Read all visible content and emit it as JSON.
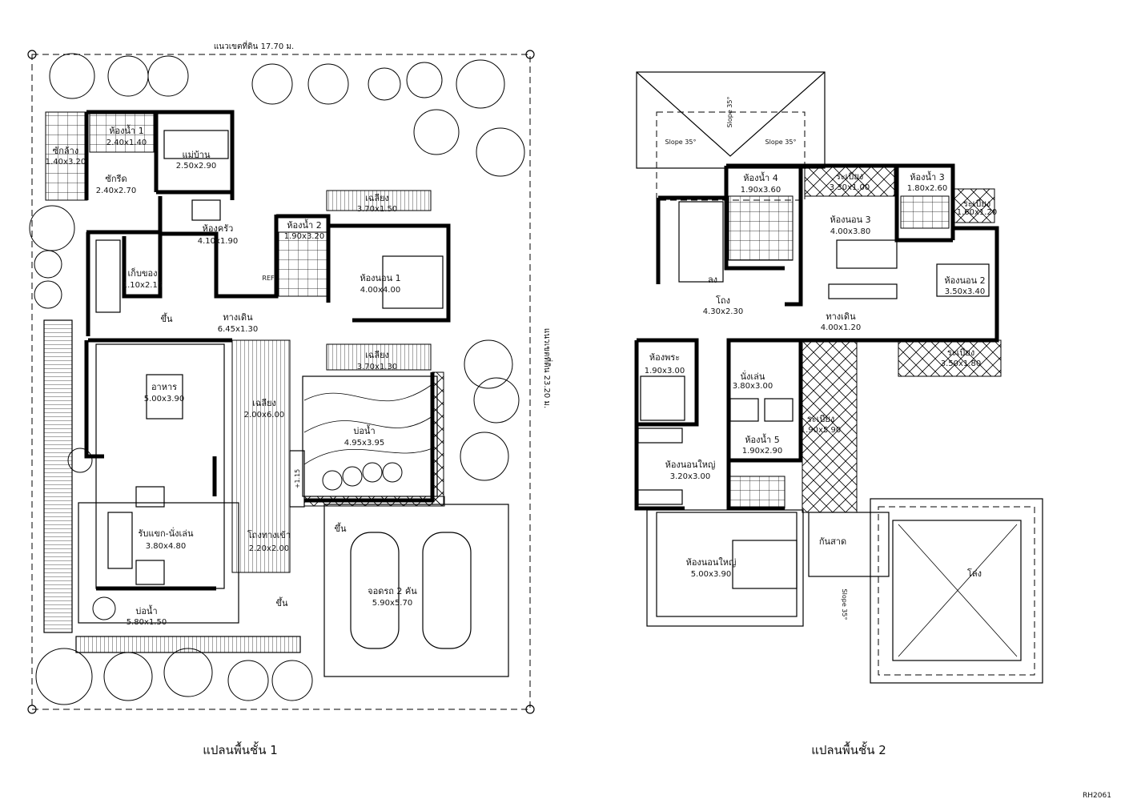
{
  "plan1": {
    "title": "แปลนพื้นชั้น 1",
    "boundary_width": "แนวเขตที่ดิน 17.70 ม.",
    "boundary_depth": "แนวเขตที่ดิน 23.20 ม.",
    "rooms": [
      {
        "name": "ห้องน้ำ 1",
        "size": "2.40x1.40"
      },
      {
        "name": "ซักล้าง",
        "size": "1.40x3.20"
      },
      {
        "name": "แม่บ้าน",
        "size": "2.50x2.90"
      },
      {
        "name": "ซักรีด",
        "size": "2.40x2.70"
      },
      {
        "name": "ห้องครัว",
        "size": "4.10x1.90"
      },
      {
        "name": "ห้องน้ำ 2",
        "size": "1.90x3.20"
      },
      {
        "name": "เก็บของ",
        "size": "1.10x2.15"
      },
      {
        "name": "ทางเดิน",
        "size": "6.45x1.30"
      },
      {
        "name": "เฉลียง",
        "size": "3.70x1.50"
      },
      {
        "name": "ห้องนอน 1",
        "size": "4.00x4.00"
      },
      {
        "name": "เฉลียง",
        "size": "3.70x1.30"
      },
      {
        "name": "อาหาร",
        "size": "5.00x3.90"
      },
      {
        "name": "เฉลียง",
        "size": "2.00x6.00"
      },
      {
        "name": "บ่อน้ำ",
        "size": "4.95x3.95"
      },
      {
        "name": "รับแขก-นั่งเล่น",
        "size": "3.80x4.80"
      },
      {
        "name": "โถงทางเข้า",
        "size": "2.20x2.00"
      },
      {
        "name": "จอดรถ 2 คัน",
        "size": "5.90x5.70"
      },
      {
        "name": "บ่อน้ำ",
        "size": "5.80x1.50"
      }
    ],
    "ref": "REF",
    "up_labels": [
      "ขึ้น",
      "ขึ้น",
      "ขึ้น"
    ],
    "level": "+1.15"
  },
  "plan2": {
    "title": "แปลนพื้นชั้น 2",
    "slopes": [
      "Slope 35°",
      "Slope 35°",
      "Slope 35°",
      "Slope 35°"
    ],
    "rooms": [
      {
        "name": "ห้องน้ำ 4",
        "size": "1.90x3.60"
      },
      {
        "name": "ระเบียง",
        "size": "3.30x1.00"
      },
      {
        "name": "ห้องน้ำ 3",
        "size": "1.80x2.60"
      },
      {
        "name": "ระเบียง",
        "size": "1.60x1.20"
      },
      {
        "name": "ห้องนอน 3",
        "size": "4.00x3.80"
      },
      {
        "name": "ห้องนอน 2",
        "size": "3.50x3.40"
      },
      {
        "name": "โถง",
        "size": "4.30x2.30"
      },
      {
        "name": "ทางเดิน",
        "size": "4.00x1.20"
      },
      {
        "name": "ระเบียง",
        "size": "3.50x1.80"
      },
      {
        "name": "ห้องพระ",
        "size": "1.90x3.00"
      },
      {
        "name": "นั่งเล่น",
        "size": "3.80x3.00"
      },
      {
        "name": "ระเบียง",
        "size": "1.90x5.90"
      },
      {
        "name": "ห้องน้ำ 5",
        "size": "1.90x2.90"
      },
      {
        "name": "ห้องนอนใหญ่",
        "size": "3.20x3.00"
      },
      {
        "name": "ห้องนอนใหญ่",
        "size": "5.00x3.90"
      }
    ],
    "down_label": "ลง",
    "canopy": "กันสาด",
    "open": "โล่ง"
  },
  "code": "RH2061"
}
